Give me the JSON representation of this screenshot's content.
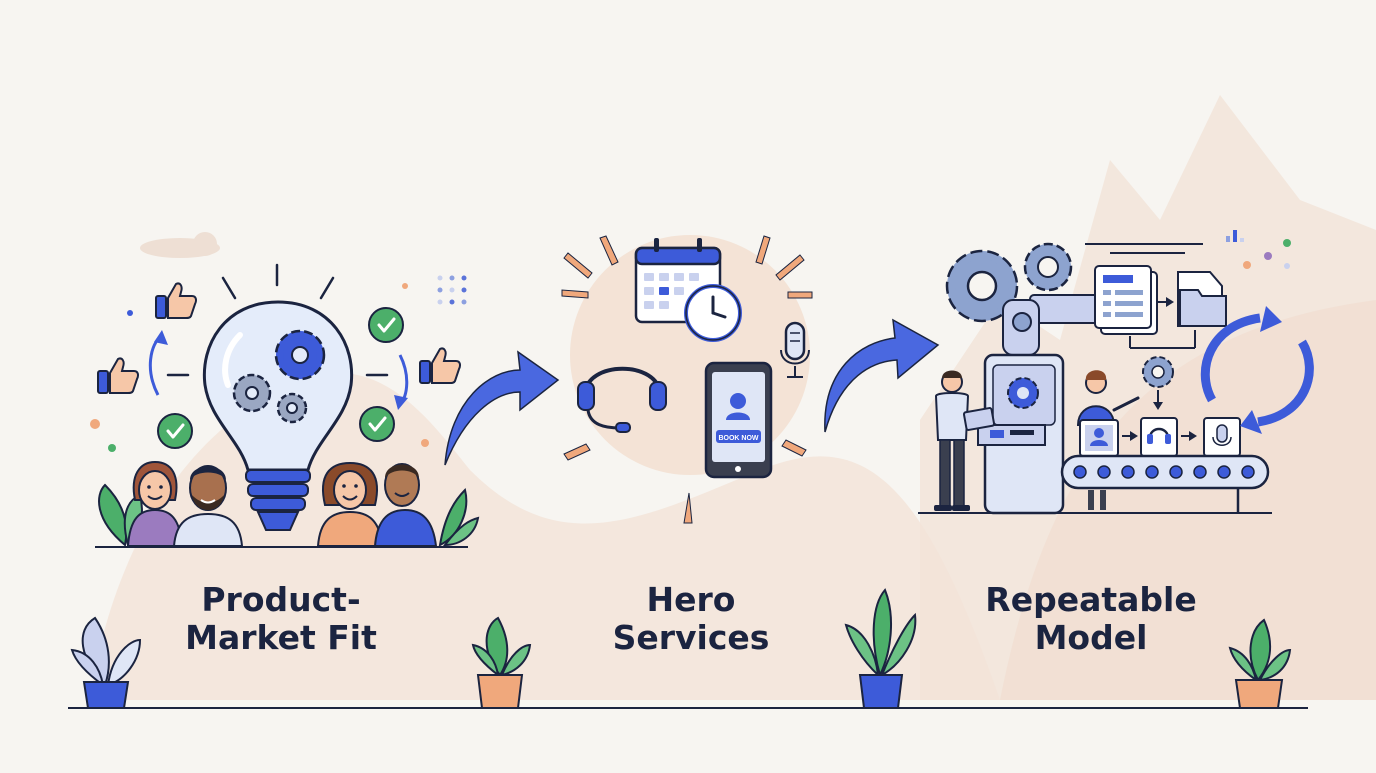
{
  "stages": [
    {
      "title_line1": "Product-",
      "title_line2": "Market Fit",
      "icons": [
        "lightbulb-icon",
        "gear-icon",
        "thumbs-up-icon",
        "checkmark-icon",
        "people-icon"
      ]
    },
    {
      "title_line1": "Hero",
      "title_line2": "Services",
      "icons": [
        "calendar-icon",
        "clock-icon",
        "headset-icon",
        "smartphone-icon",
        "microphone-icon"
      ],
      "phone_button_label": "BOOK NOW"
    },
    {
      "title_line1": "Repeatable",
      "title_line2": "Model",
      "icons": [
        "gear-icon",
        "document-icon",
        "folder-icon",
        "conveyor-belt-icon",
        "cycle-arrows-icon",
        "robot-arm-icon"
      ]
    }
  ],
  "colors": {
    "background": "#f7f5f1",
    "accent_blue": "#3d5bd9",
    "navy": "#1b2440",
    "peach": "#f0a87c",
    "green": "#4caf6a",
    "light_blue": "#dfe6f6"
  }
}
